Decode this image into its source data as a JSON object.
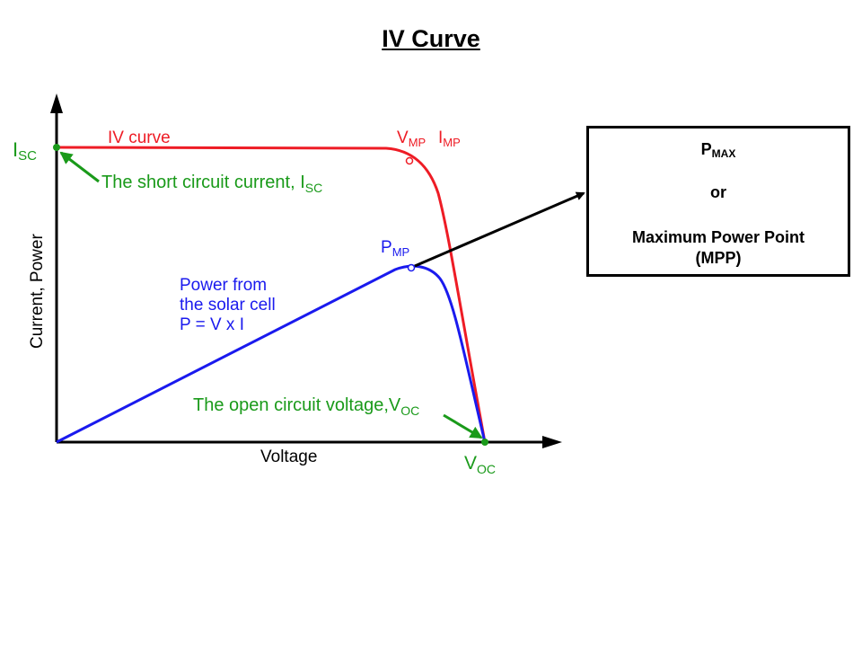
{
  "title": "IV Curve",
  "colors": {
    "iv_curve": "#ee1c25",
    "power_curve": "#1a1aee",
    "annotation": "#1a9a1a",
    "axis": "#000000"
  },
  "axes": {
    "xlabel": "Voltage",
    "ylabel": "Current, Power"
  },
  "labels": {
    "isc": {
      "main": "I",
      "sub": "SC"
    },
    "voc": {
      "main": "V",
      "sub": "OC"
    },
    "vmp": {
      "main": "V",
      "sub": "MP"
    },
    "imp": {
      "main": "I",
      "sub": "MP"
    },
    "pmp": {
      "main": "P",
      "sub": "MP"
    },
    "iv_curve_label": "IV curve",
    "short_circuit": {
      "text": "The short circuit current, ",
      "main": "I",
      "sub": "SC"
    },
    "open_circuit": {
      "text": "The open circuit voltage,",
      "main": "V",
      "sub": "OC"
    },
    "power_label": [
      "Power from",
      "the solar cell",
      "P = V x I"
    ]
  },
  "callout": {
    "pmax": {
      "main": "P",
      "sub": "MAX"
    },
    "or": "or",
    "line1": "Maximum Power Point",
    "line2": "(MPP)"
  }
}
